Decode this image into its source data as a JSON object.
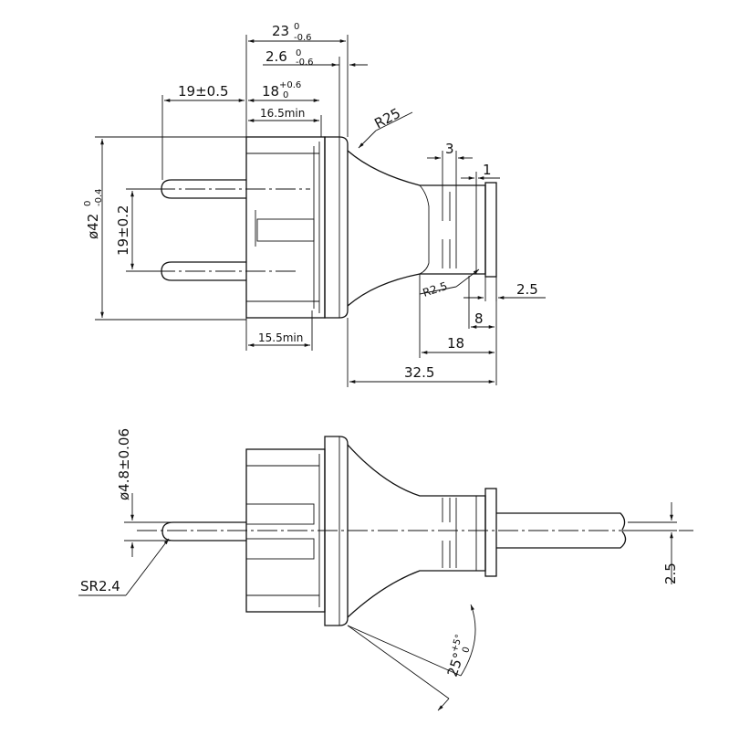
{
  "dimensions": {
    "overall_length": {
      "nominal": "23",
      "upper": "0",
      "lower": "-0.6"
    },
    "flange_thickness": {
      "nominal": "2.6",
      "upper": "0",
      "lower": "-0.6"
    },
    "pin_length": "19±0.5",
    "body_depth": {
      "nominal": "18",
      "upper": "+0.6",
      "lower": "0"
    },
    "min_depth_top": "16.5min",
    "min_depth_bottom": "15.5min",
    "fillet_radius": "R25",
    "groove_width": "3",
    "groove_offset": "1",
    "body_diameter": {
      "nominal": "ø42",
      "upper": "0",
      "lower": "-0.4"
    },
    "pin_spacing": "19±0.2",
    "inner_radius": "R2.5",
    "lip_width": "2.5",
    "lip_offset": "8",
    "neck_length": "18",
    "rear_length": "32.5",
    "pin_diameter": "ø4.8±0.06",
    "pin_tip_radius": "SR2.4",
    "cord_offset": "2.5",
    "draft_angle": {
      "nominal": "25°",
      "upper": "+5°",
      "lower": "0"
    }
  }
}
